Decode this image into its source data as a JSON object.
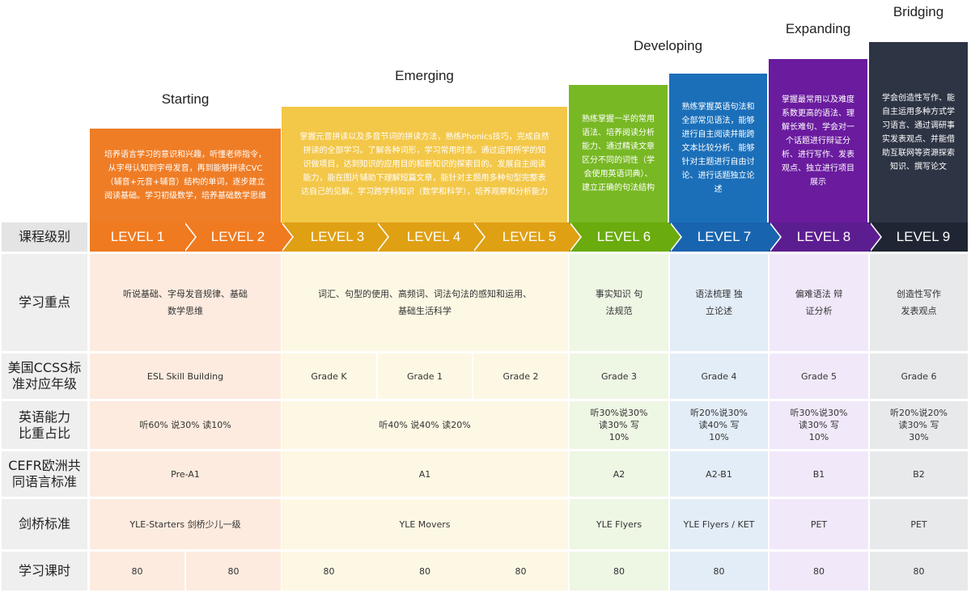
{
  "stages": {
    "starting": "Starting",
    "emerging": "Emerging",
    "developing": "Developing",
    "expanding": "Expanding",
    "bridging": "Bridging"
  },
  "descriptions": {
    "starting": "培养语言学习的意识和兴趣，听懂老师指令，从字母认知到字母发音，再到能够拼读CVC（辅音+元音+辅音）结构的单词，逐步建立阅读基础。学习初级数学，培养基础数学思维",
    "emerging": "掌握元音拼读以及多音节词的拼读方法，熟练Phonics技巧，完成自然拼读的全部学习。了解各种词形，学习常用时态。通过运用所学的知识做项目，达到知识的应用目的和新知识的探索目的。发展自主阅读能力，能在图片辅助下理解短篇文章，能针对主题用多种句型完整表达自己的见解。学习跨学科知识（数学和科学），培养观察和分析能力",
    "level6": "熟练掌握一半的常用语法、培养阅读分析能力、通过精读文章区分不同的词性（学会使用英语词典）、建立正确的句法结构",
    "level7": "熟练掌握英语句法和全部常见语法，能够进行自主阅读并能跨文本比较分析、能够针对主题进行自由讨论、进行话题独立论述",
    "level8": "掌握最常用以及难度系数更高的语法、理解长难句、学会对一个话题进行辩证分析、进行写作、发表观点、独立进行项目展示",
    "level9": "学会创造性写作、能自主运用多种方式学习语言、通过调研事实发表观点、并能借助互联网等资源探索知识、撰写论文"
  },
  "row_labels": {
    "level": "课程级别",
    "focus": "学习重点",
    "ccss": "美国CCSS标准对应年级",
    "ratio": "英语能力比重占比",
    "cefr": "CEFR欧洲共同语言标准",
    "cambridge": "剑桥标准",
    "hours": "学习课时"
  },
  "levels": [
    "LEVEL 1",
    "LEVEL 2",
    "LEVEL 3",
    "LEVEL 4",
    "LEVEL 5",
    "LEVEL 6",
    "LEVEL 7",
    "LEVEL 8",
    "LEVEL 9"
  ],
  "focus": {
    "starting": "听说基础、字母发音规律、基础数学思维",
    "emerging": "词汇、句型的使用、高频词、词法句法的感知和运用、基础生活科学",
    "level6": "事实知识 句法规范",
    "level7": "语法梳理 独立论述",
    "level8": "偏难语法 辩证分析",
    "level9": "创造性写作 发表观点"
  },
  "ccss": {
    "starting": "ESL Skill Building",
    "level3": "Grade K",
    "level4": "Grade 1",
    "level5": "Grade 2",
    "level6": "Grade 3",
    "level7": "Grade 4",
    "level8": "Grade 5",
    "level9": "Grade 6"
  },
  "ratio": {
    "starting": "听60% 说30% 读10%",
    "emerging": "听40% 说40% 读20%",
    "level6": "听30%说30% 读30% 写10%",
    "level7": "听20%说30% 读40% 写10%",
    "level8": "听30%说30% 读30% 写10%",
    "level9": "听20%说20% 读30% 写30%"
  },
  "cefr": {
    "starting": "Pre-A1",
    "emerging": "A1",
    "level6": "A2",
    "level7": "A2-B1",
    "level8": "B1",
    "level9": "B2"
  },
  "cambridge": {
    "starting": "YLE-Starters 剑桥少儿一级",
    "emerging": "YLE Movers",
    "level6": "YLE Flyers",
    "level7": "YLE Flyers / KET",
    "level8": "PET",
    "level9": "PET"
  },
  "hours": [
    "80",
    "80",
    "80",
    "80",
    "80",
    "80",
    "80",
    "80",
    "80"
  ],
  "colors": {
    "starting": "#ef7d26",
    "emerging": "#f3c748",
    "level6": "#78b824",
    "level7": "#1b6fb9",
    "level8": "#6a1b9e",
    "level9": "#2d3444",
    "bar_orange": "#f07a1f",
    "bar_gold": "#dfa014",
    "bar_green": "#6aab0e",
    "bar_blue": "#1964ae",
    "bar_purple": "#5c1d90",
    "bar_dark": "#1f2532",
    "tint_starting": "#fdebdf",
    "tint_emerging": "#fdf8e4",
    "tint_level6": "#eef6e4",
    "tint_level7": "#e3edf7",
    "tint_level8": "#f1e8fa",
    "tint_level9": "#e8e9eb"
  }
}
